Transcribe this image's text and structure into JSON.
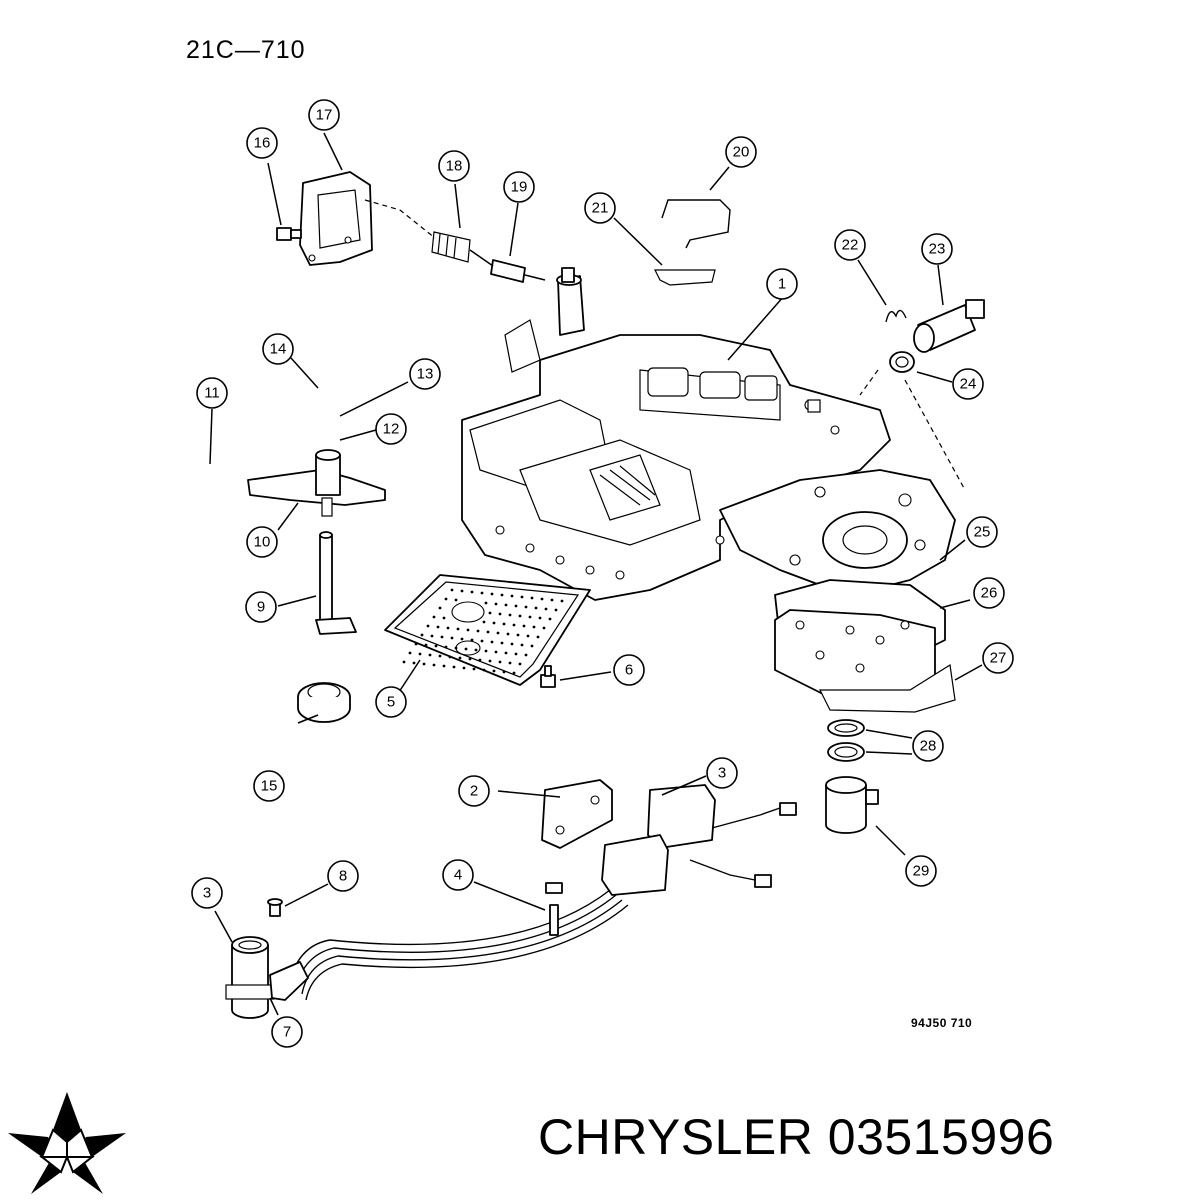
{
  "header": {
    "code": "21C—710"
  },
  "footer_code": "94J50  710",
  "brand": {
    "name": "CHRYSLER",
    "part_number": "03515996",
    "logo_icon": "chrysler-pentastar-icon"
  },
  "callouts": [
    "1",
    "2",
    "3",
    "3",
    "4",
    "5",
    "6",
    "7",
    "8",
    "9",
    "10",
    "11",
    "12",
    "13",
    "14",
    "15",
    "16",
    "17",
    "18",
    "19",
    "20",
    "21",
    "22",
    "23",
    "24",
    "25",
    "26",
    "27",
    "28",
    "29"
  ]
}
